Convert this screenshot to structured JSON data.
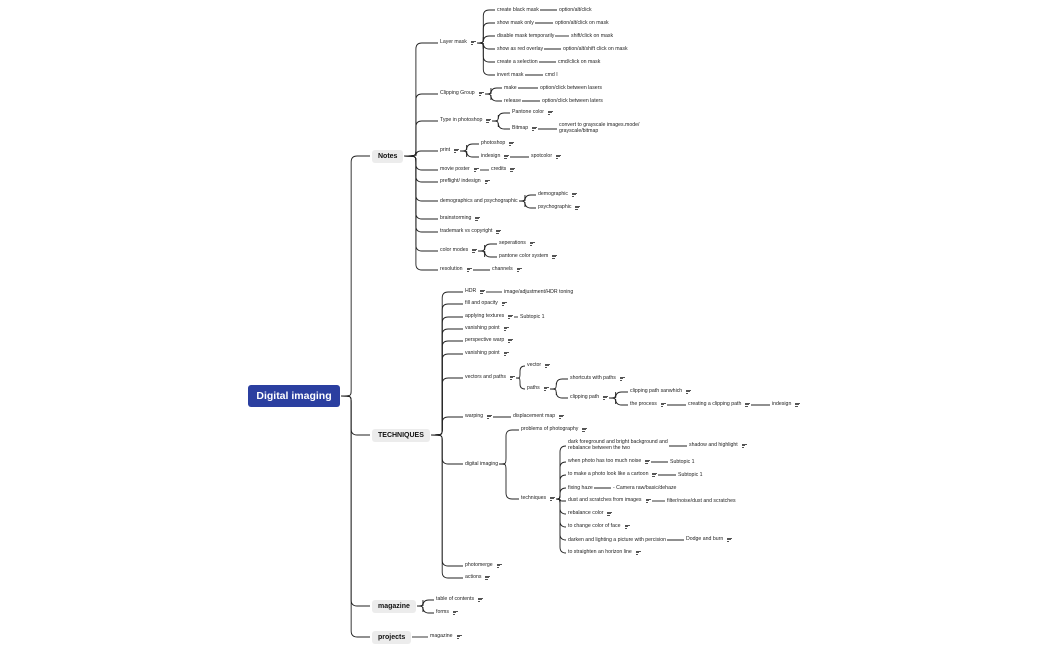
{
  "root": "Digital imaging",
  "main_topics": {
    "notes": "Notes",
    "techniques": "TECHNIQUES",
    "magazine": "magazine",
    "projects": "projects"
  },
  "notes": {
    "layer_mask": "Layer mask",
    "create_black_mask": "create black mask",
    "create_black_mask_key": "option/alt/click",
    "show_mask_only": "show mask only",
    "show_mask_only_key": "option/alt/click on mask",
    "disable_mask": "disable mask temporarily",
    "disable_mask_key": "shift/click on mask",
    "red_overlay": "show as red overlay",
    "red_overlay_key": "option/alt/shift click on mask",
    "create_selection": "create a selection",
    "create_selection_key": "cmd/click on mask",
    "invert_mask": "invert mask",
    "invert_mask_key": "cmd I",
    "clipping_group": "Clipping Group",
    "make": "make",
    "make_key": "option/click between lasers",
    "release": "release",
    "release_key": "option/click between laters",
    "type_in_photoshop": "Type in photoshop",
    "pantone_color": "Pantone color",
    "bitmap": "Bitmap",
    "bitmap_note": "convert to grayscale images.mode/ grayscale/bitmap",
    "print": "print",
    "photoshop": "photoshop",
    "indesign": "indesign",
    "spotcolor": "spotcolor",
    "movie_poster": "movie poster",
    "credits": "credits",
    "preflight": "preflight/ indesign",
    "demographics": "demographics and psychographic",
    "demographic": "demographic",
    "psychographic": "psychographic",
    "brainstorming": "brainstorming",
    "trademark": "trademark vs copyright",
    "color_modes": "color modes",
    "seperations": "seperations",
    "pantone_system": "pantone color system",
    "resolution": "resolution",
    "channels": "channels"
  },
  "techniques": {
    "hdr": "HDR",
    "hdr_note": "image/adjustment/HDR toning",
    "fill_opacity": "fill and opacity",
    "applying_textures": "applying textures",
    "subtopic_1": "Subtopic 1",
    "vanishing_point_1": "vanishing point",
    "perspective_warp": "perspective warp",
    "vanishing_point_2": "vanishing point",
    "vectors_paths": "vectors and paths",
    "vector": "vector",
    "paths": "paths",
    "shortcuts_paths": "shortcuts with paths",
    "clipping_path": "clipping path",
    "clipping_path_sandwich": "clipping path sanwhich",
    "the_process": "the process",
    "creating_clipping_path": "creating a clipping path",
    "indesign": "indesign",
    "warping": "warping",
    "displacement_map": "displacement map",
    "digital_imaging": "digital imaging",
    "problems_photography": "problems of photography",
    "techniques": "techniques",
    "dark_foreground": "dark foreground and bright background and rebalance between the two",
    "shadow_highlight": "shadow and highlight",
    "too_much_noise": "when photo has too much noise",
    "subtopic_a": "Subtopic 1",
    "cartoon": "to make a photo look like a cartoon",
    "subtopic_b": "Subtopic 1",
    "fixing_haze": "fixing haze",
    "camera_raw": "- Camera raw/basic/dehaze",
    "dust_scratches": "dust and scratches from images",
    "dust_filter": "filter/noise/dust and scratches",
    "rebalance_color": "rebalance color",
    "change_face_color": "to change color of face",
    "darken_lighten": "darken and lighting a picture with percision",
    "dodge_burn": "Dodge and burn",
    "straighten_horizon": "to straighten an horizon line",
    "photomerge": "photomerge",
    "actions": "actions"
  },
  "magazine": {
    "table_of_contents": "table of contents",
    "forms": "forms"
  },
  "projects": {
    "magazine": "magazine"
  }
}
